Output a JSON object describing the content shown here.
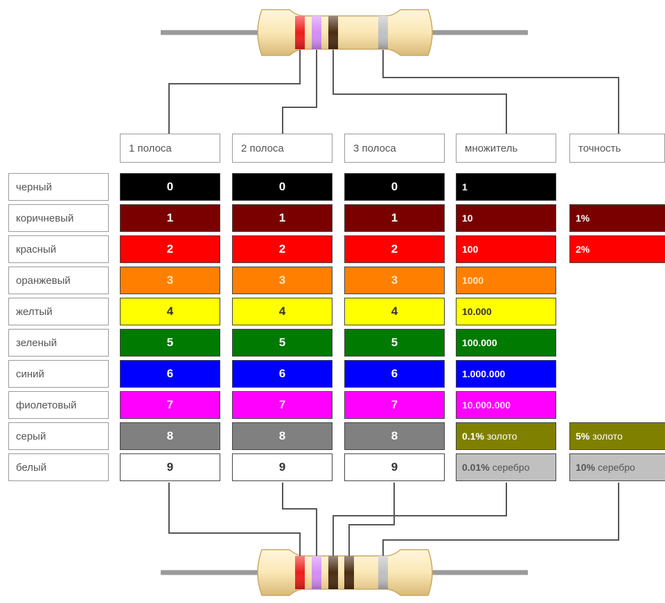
{
  "headers": [
    "1 полоса",
    "2 полоса",
    "3 полоса",
    "множитель",
    "точность"
  ],
  "rows": [
    {
      "name": "черный",
      "color": "#000000",
      "text_color": "#ffffff",
      "digit": "0",
      "multiplier": "1",
      "multiplier_label": "",
      "tolerance": "",
      "tolerance_label": ""
    },
    {
      "name": "коричневый",
      "color": "#7a0000",
      "text_color": "#ffffff",
      "digit": "1",
      "multiplier": "10",
      "multiplier_label": "",
      "tolerance": "1%",
      "tolerance_label": ""
    },
    {
      "name": "красный",
      "color": "#ff0000",
      "text_color": "#ffffff",
      "digit": "2",
      "multiplier": "100",
      "multiplier_label": "",
      "tolerance": "2%",
      "tolerance_label": ""
    },
    {
      "name": "оранжевый",
      "color": "#ff8000",
      "text_color": "#ffe6c0",
      "digit": "3",
      "multiplier": "1000",
      "multiplier_label": "",
      "tolerance": "",
      "tolerance_label": ""
    },
    {
      "name": "желтый",
      "color": "#ffff00",
      "text_color": "#333333",
      "digit": "4",
      "multiplier": "10.000",
      "multiplier_label": "",
      "tolerance": "",
      "tolerance_label": ""
    },
    {
      "name": "зеленый",
      "color": "#007a00",
      "text_color": "#ffffff",
      "digit": "5",
      "multiplier": "100.000",
      "multiplier_label": "",
      "tolerance": "",
      "tolerance_label": ""
    },
    {
      "name": "синий",
      "color": "#0000ff",
      "text_color": "#ffffff",
      "digit": "6",
      "multiplier": "1.000.000",
      "multiplier_label": "",
      "tolerance": "",
      "tolerance_label": ""
    },
    {
      "name": "фиолетовый",
      "color": "#ff00ff",
      "text_color": "#ffe0ff",
      "digit": "7",
      "multiplier": "10.000.000",
      "multiplier_label": "",
      "tolerance": "",
      "tolerance_label": ""
    },
    {
      "name": "серый",
      "color": "#808080",
      "text_color": "#ffffff",
      "digit": "8",
      "multiplier": "0.1%",
      "multiplier_label": "золото",
      "tolerance": "5%",
      "tolerance_label": "золото"
    },
    {
      "name": "белый",
      "color": "#ffffff",
      "text_color": "#333333",
      "digit": "9",
      "multiplier": "0.01%",
      "multiplier_label": "серебро",
      "tolerance": "10%",
      "tolerance_label": "серебро"
    }
  ],
  "special_colors": {
    "gold": "#808000",
    "silver": "#c0c0c0",
    "gold_text": "#ffffff",
    "silver_text": "#555555"
  },
  "resistor_body_color": "#fbe7b5",
  "top_resistor_bands": [
    "#ee1c1c",
    "#d58cf5",
    "#4a2c12",
    "#c0c0c0"
  ],
  "bottom_resistor_bands": [
    "#ee1c1c",
    "#d58cf5",
    "#4a2c12",
    "#4a2c12",
    "#c0c0c0"
  ]
}
